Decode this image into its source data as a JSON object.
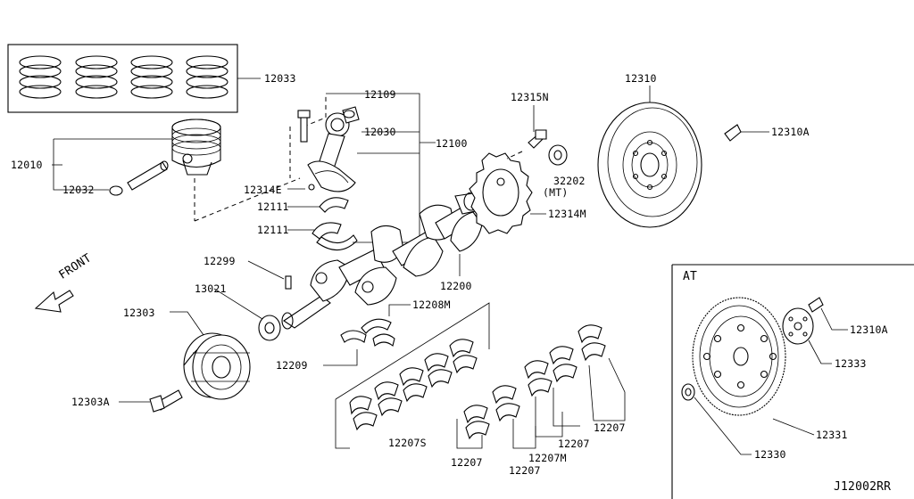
{
  "diagram": {
    "labels": {
      "p12033": "12033",
      "p12109": "12109",
      "p12030": "12030",
      "p12100": "12100",
      "p12010": "12010",
      "p12032": "12032",
      "p12314e": "12314E",
      "p12111a": "12111",
      "p12111b": "12111",
      "p12315n": "12315N",
      "p32202": "32202",
      "p32202mt": "(MT)",
      "p12314m": "12314M",
      "p12310": "12310",
      "p12310a": "12310A",
      "p12299": "12299",
      "p13021": "13021",
      "p12200": "12200",
      "p12303": "12303",
      "p12208m": "12208M",
      "p12209": "12209",
      "p12303a": "12303A",
      "p12207s": "12207S",
      "p12207a": "12207",
      "p12207b": "12207",
      "p12207c": "12207",
      "p12207d": "12207",
      "p12207m": "12207M",
      "p12310a_at": "12310A",
      "p12333": "12333",
      "p12331": "12331",
      "p12330": "12330"
    },
    "front_label": "FRONT",
    "at_label": "AT",
    "drawing_code": "J12002RR"
  }
}
